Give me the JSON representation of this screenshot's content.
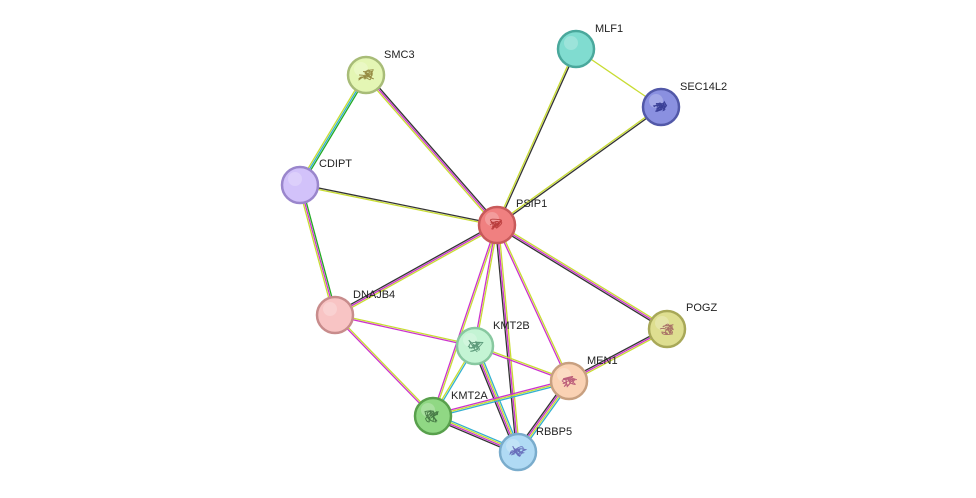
{
  "nodes": [
    {
      "id": "PSIP1",
      "label": "PSIP1",
      "fill": "#f08080",
      "stroke": "#c85a5a",
      "glyph": "#b03030"
    },
    {
      "id": "MLF1",
      "label": "MLF1",
      "fill": "#80dcd0",
      "stroke": "#4aa89c",
      "glyph": null
    },
    {
      "id": "SEC14L2",
      "label": "SEC14L2",
      "fill": "#8a90e0",
      "stroke": "#5258a8",
      "glyph": "#2a308a"
    },
    {
      "id": "SMC3",
      "label": "SMC3",
      "fill": "#e4f6b4",
      "stroke": "#a8bc78",
      "glyph": "#8a7a30"
    },
    {
      "id": "CDIPT",
      "label": "CDIPT",
      "fill": "#d2c2fa",
      "stroke": "#9a86cc",
      "glyph": null
    },
    {
      "id": "DNAJB4",
      "label": "DNAJB4",
      "fill": "#f8c4c4",
      "stroke": "#c88c8c",
      "glyph": null
    },
    {
      "id": "KMT2B",
      "label": "KMT2B",
      "fill": "#c4f4d4",
      "stroke": "#88c8a0",
      "glyph": "#4a8a6a"
    },
    {
      "id": "POGZ",
      "label": "POGZ",
      "fill": "#dede90",
      "stroke": "#a8a858",
      "glyph": "#a06060"
    },
    {
      "id": "MEN1",
      "label": "MEN1",
      "fill": "#fad2b4",
      "stroke": "#c8a080",
      "glyph": "#b04a70"
    },
    {
      "id": "KMT2A",
      "label": "KMT2A",
      "fill": "#90d884",
      "stroke": "#58a04c",
      "glyph": "#3a6a3a"
    },
    {
      "id": "RBBP5",
      "label": "RBBP5",
      "fill": "#b0daf4",
      "stroke": "#7aaccc",
      "glyph": "#5a5ab0"
    }
  ],
  "edges": [
    {
      "source": "PSIP1",
      "target": "MLF1",
      "evidence": [
        "textmining",
        "coexpression"
      ]
    },
    {
      "source": "PSIP1",
      "target": "SEC14L2",
      "evidence": [
        "textmining",
        "coexpression"
      ]
    },
    {
      "source": "MLF1",
      "target": "SEC14L2",
      "evidence": [
        "textmining"
      ]
    },
    {
      "source": "PSIP1",
      "target": "SMC3",
      "evidence": [
        "textmining",
        "experiments",
        "coexpression"
      ]
    },
    {
      "source": "PSIP1",
      "target": "CDIPT",
      "evidence": [
        "textmining",
        "coexpression"
      ]
    },
    {
      "source": "SMC3",
      "target": "CDIPT",
      "evidence": [
        "neighborhood",
        "database",
        "textmining"
      ]
    },
    {
      "source": "PSIP1",
      "target": "DNAJB4",
      "evidence": [
        "textmining",
        "experiments",
        "coexpression"
      ]
    },
    {
      "source": "CDIPT",
      "target": "DNAJB4",
      "evidence": [
        "neighborhood",
        "experiments",
        "textmining"
      ]
    },
    {
      "source": "PSIP1",
      "target": "POGZ",
      "evidence": [
        "textmining",
        "experiments",
        "coexpression"
      ]
    },
    {
      "source": "PSIP1",
      "target": "KMT2B",
      "evidence": [
        "textmining",
        "experiments"
      ]
    },
    {
      "source": "PSIP1",
      "target": "MEN1",
      "evidence": [
        "textmining",
        "experiments"
      ]
    },
    {
      "source": "PSIP1",
      "target": "KMT2A",
      "evidence": [
        "textmining",
        "experiments"
      ]
    },
    {
      "source": "PSIP1",
      "target": "RBBP5",
      "evidence": [
        "textmining",
        "experiments",
        "coexpression"
      ]
    },
    {
      "source": "DNAJB4",
      "target": "KMT2B",
      "evidence": [
        "textmining",
        "experiments"
      ]
    },
    {
      "source": "DNAJB4",
      "target": "KMT2A",
      "evidence": [
        "textmining",
        "experiments"
      ]
    },
    {
      "source": "KMT2B",
      "target": "MEN1",
      "evidence": [
        "textmining",
        "experiments"
      ]
    },
    {
      "source": "KMT2B",
      "target": "KMT2A",
      "evidence": [
        "database",
        "textmining"
      ]
    },
    {
      "source": "KMT2B",
      "target": "RBBP5",
      "evidence": [
        "database",
        "textmining",
        "experiments",
        "coexpression"
      ]
    },
    {
      "source": "POGZ",
      "target": "MEN1",
      "evidence": [
        "textmining",
        "experiments",
        "coexpression"
      ]
    },
    {
      "source": "MEN1",
      "target": "KMT2A",
      "evidence": [
        "database",
        "textmining",
        "experiments"
      ]
    },
    {
      "source": "MEN1",
      "target": "RBBP5",
      "evidence": [
        "database",
        "textmining",
        "experiments",
        "coexpression"
      ]
    },
    {
      "source": "KMT2A",
      "target": "RBBP5",
      "evidence": [
        "database",
        "textmining",
        "experiments",
        "coexpression"
      ]
    }
  ],
  "evidence_colors": {
    "textmining": "#c8dc32",
    "coexpression": "#333333",
    "experiments": "#cc33cc",
    "database": "#33b0d0",
    "neighborhood": "#22aa22"
  }
}
